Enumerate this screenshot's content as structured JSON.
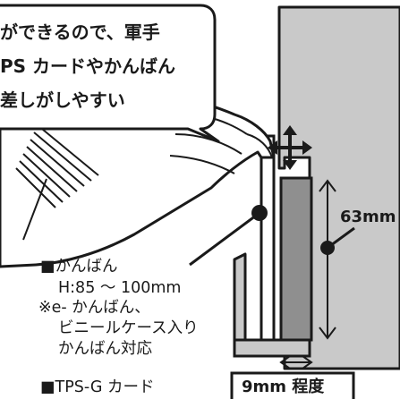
{
  "speech_bubble": {
    "lines": [
      "ができるので、軍手",
      "PS カードやかんばん",
      "差しがしやすい"
    ]
  },
  "labels": {
    "kanban_title": "■かんばん",
    "kanban_size": "H:85 ～ 100mm",
    "e_kanban": "※e- かんばん、",
    "vinyl_case": "ビニールケース入り",
    "kanban_support": "かんばん対応",
    "tps_card": "■TPS-G カード"
  },
  "dimensions": {
    "height": "63mm",
    "depth": "9mm 程度"
  }
}
